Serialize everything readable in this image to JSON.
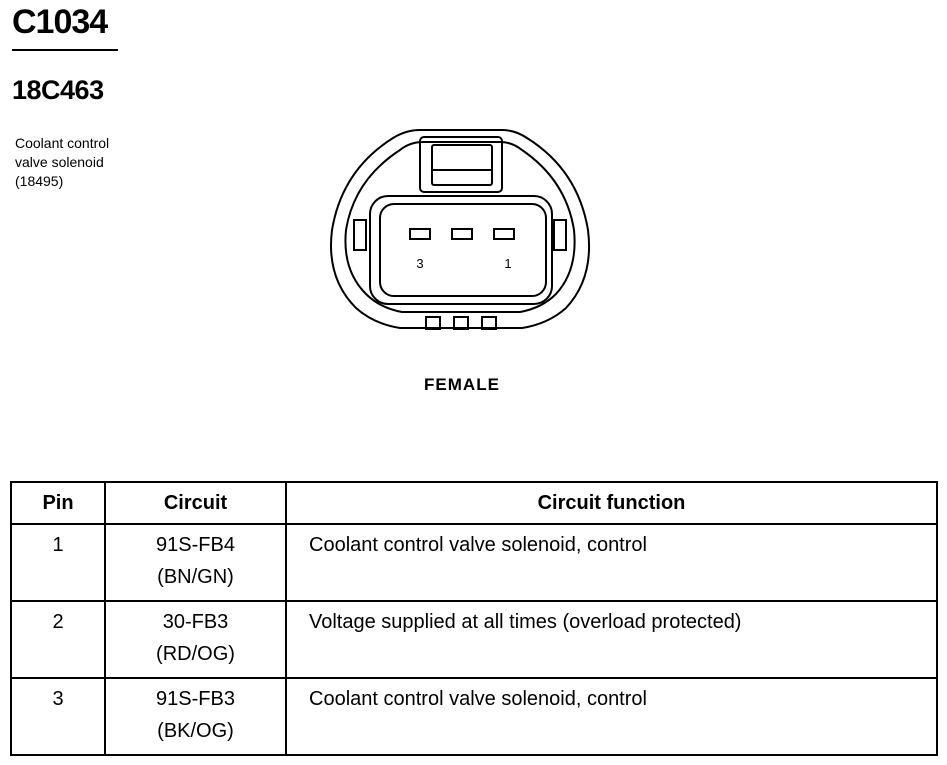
{
  "header": {
    "connector_id": "C1034",
    "part_number": "18C463",
    "component_description": "Coolant control\nvalve solenoid\n(18495)"
  },
  "diagram": {
    "pin_labels": [
      "3",
      "1"
    ],
    "gender": "FEMALE"
  },
  "table": {
    "headers": [
      "Pin",
      "Circuit",
      "Circuit function"
    ],
    "rows": [
      {
        "pin": "1",
        "circuit": "91S-FB4",
        "color": "(BN/GN)",
        "function": "Coolant control valve solenoid, control"
      },
      {
        "pin": "2",
        "circuit": "30-FB3",
        "color": "(RD/OG)",
        "function": "Voltage supplied at all times (overload protected)"
      },
      {
        "pin": "3",
        "circuit": "91S-FB3",
        "color": "(BK/OG)",
        "function": "Coolant control valve solenoid, control"
      }
    ]
  }
}
